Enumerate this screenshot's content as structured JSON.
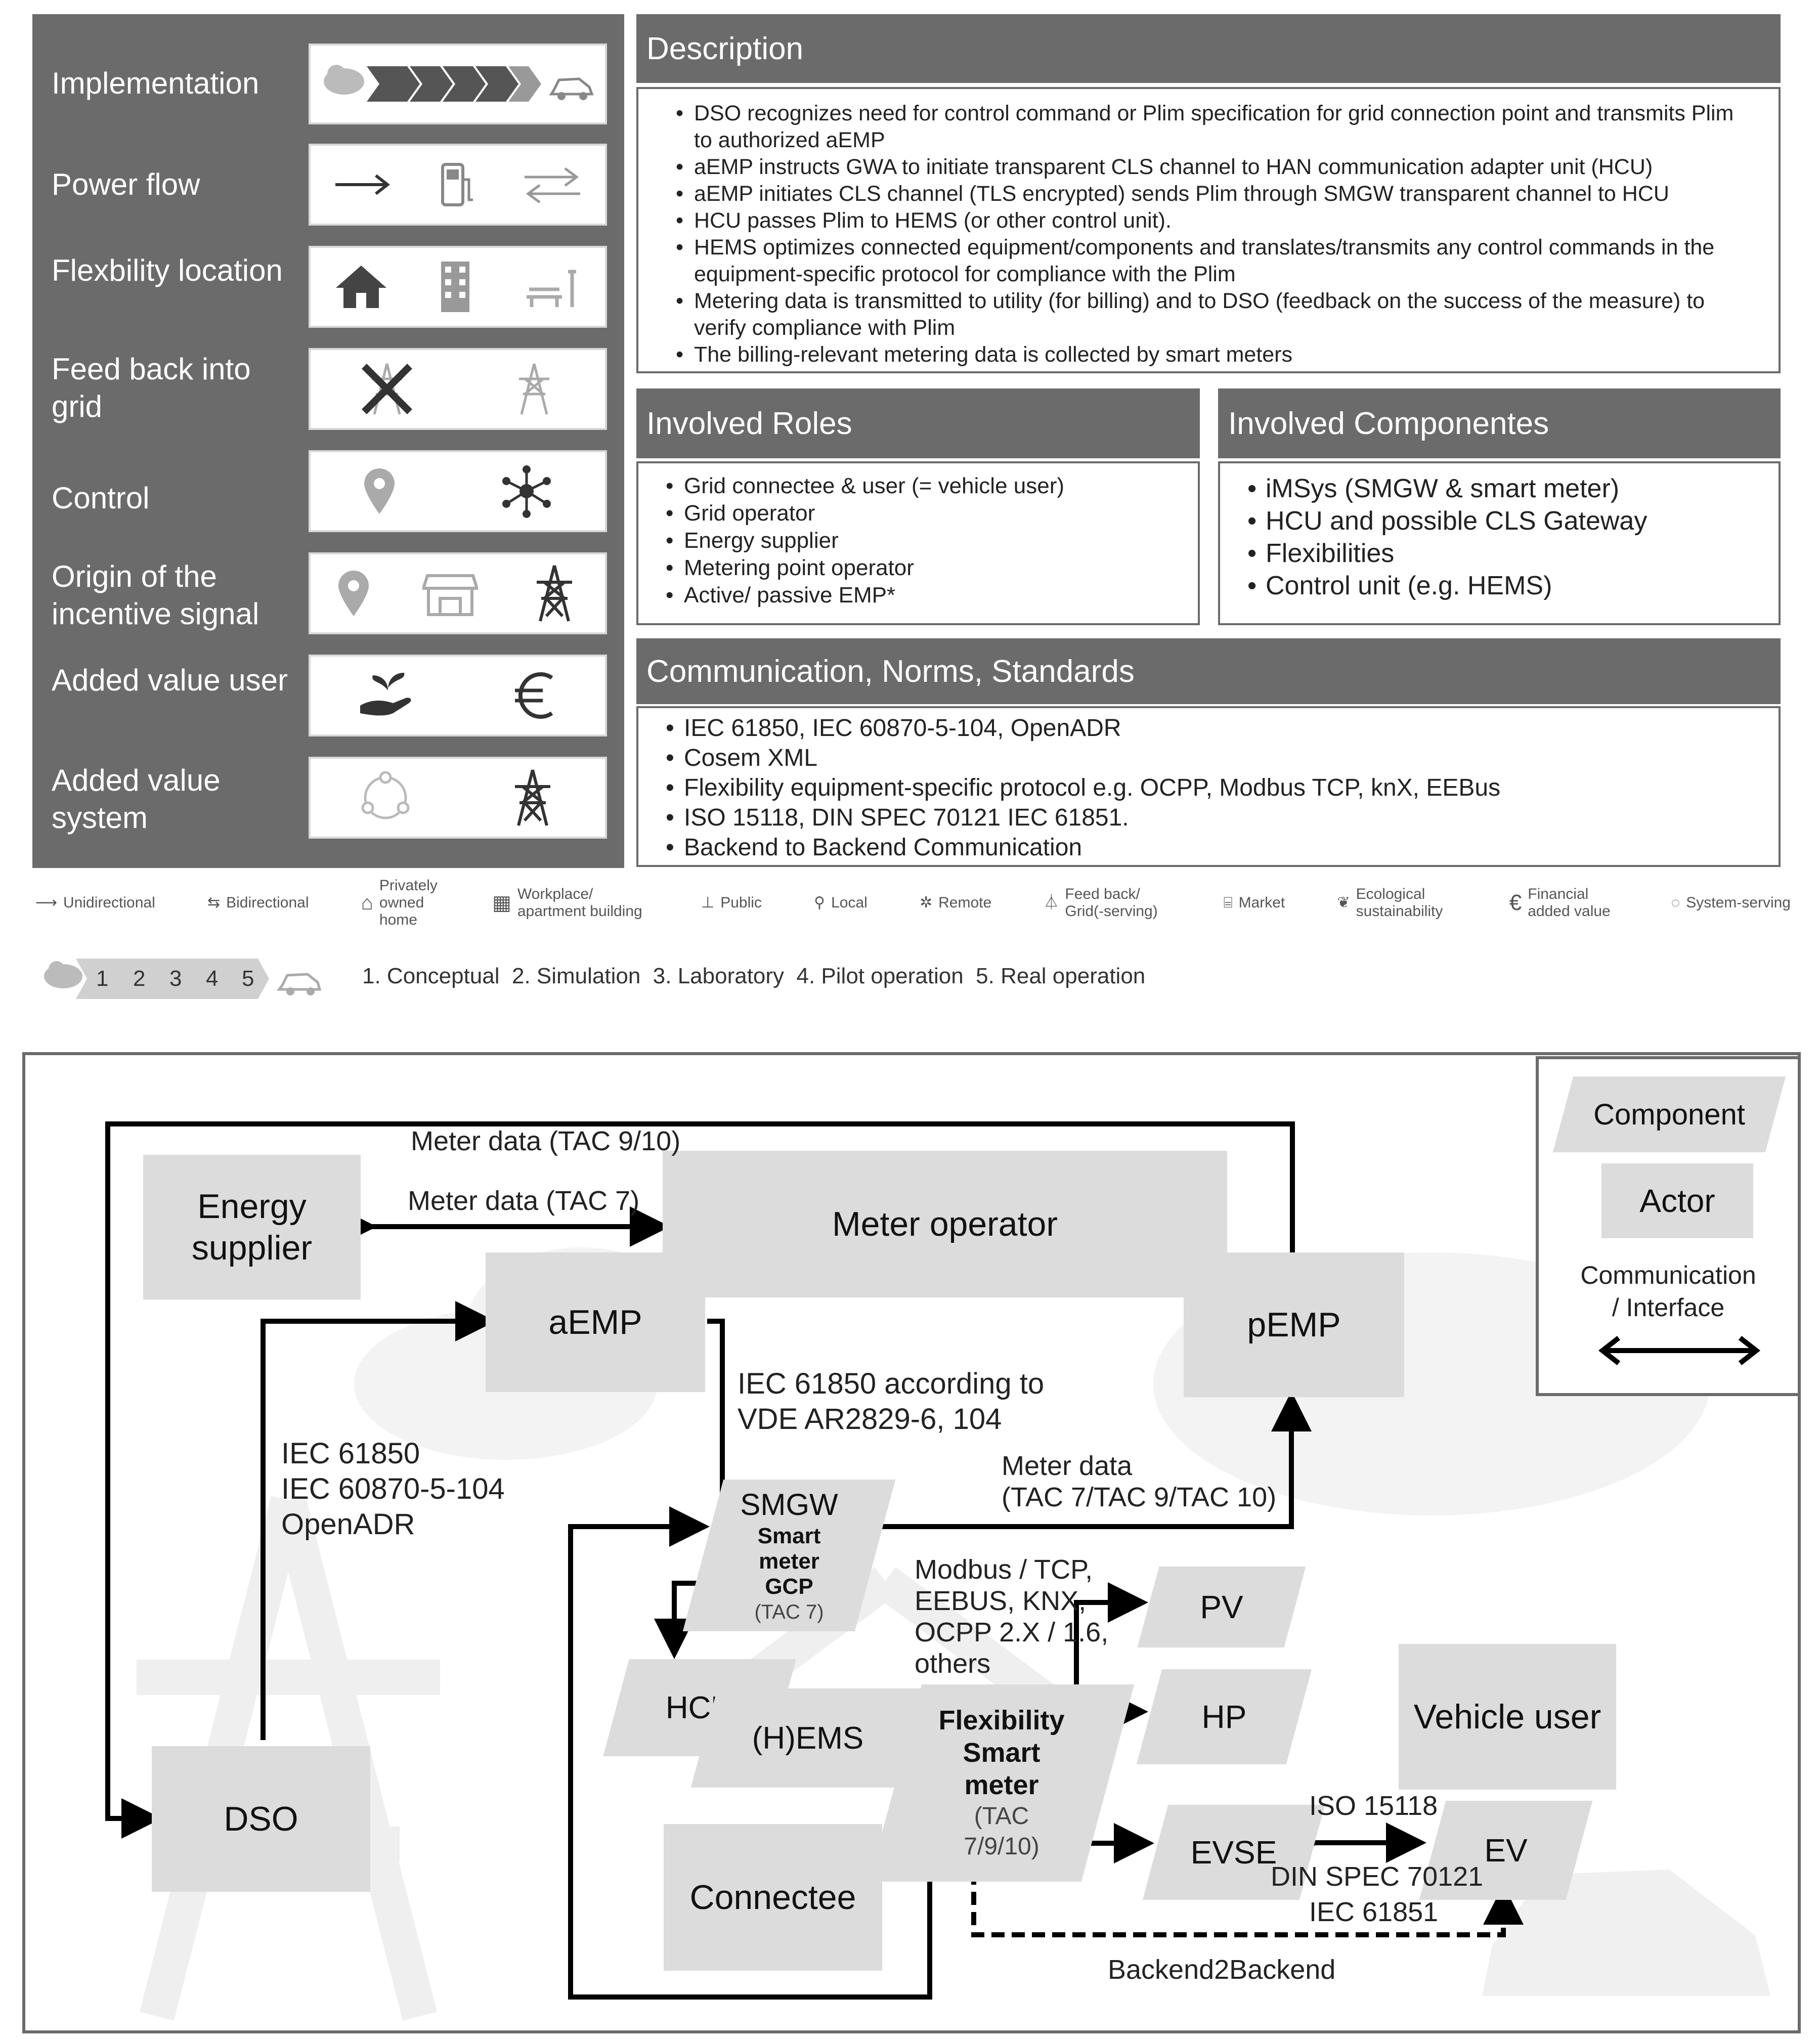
{
  "left_panel": {
    "rows": [
      {
        "label": "Implementation",
        "icons": [
          "cloud-icon",
          "chevron-steps-icon",
          "car-icon"
        ]
      },
      {
        "label": "Power flow",
        "icons": [
          "unidirectional-arrow-icon",
          "fuel-pump-icon",
          "bidirectional-arrow-icon"
        ]
      },
      {
        "label": "Flexbility location",
        "icons": [
          "home-icon",
          "apartment-building-icon",
          "public-bench-icon"
        ]
      },
      {
        "label": "Feed back into grid",
        "icons": [
          "crossed-pylon-icon",
          "pylon-icon"
        ]
      },
      {
        "label": "Control",
        "icons": [
          "location-pin-icon",
          "network-hub-icon"
        ]
      },
      {
        "label": "Origin of the incentive signal",
        "icons": [
          "location-pin-icon",
          "market-icon",
          "pylon-icon"
        ]
      },
      {
        "label": "Added value user",
        "icons": [
          "plant-hand-icon",
          "euro-icon"
        ]
      },
      {
        "label": "Added value system",
        "icons": [
          "cycle-icon",
          "pylon-icon"
        ]
      }
    ]
  },
  "description": {
    "title": "Description",
    "items": [
      "DSO recognizes need for control command or Plim specification for grid connection point and transmits Plim to authorized aEMP",
      "aEMP instructs GWA to initiate transparent CLS channel to HAN communication adapter unit (HCU)",
      "aEMP initiates CLS channel (TLS encrypted) sends Plim through SMGW transparent channel to HCU",
      "HCU passes Plim to HEMS (or other control unit).",
      "HEMS optimizes connected equipment/components and translates/transmits any control commands in the equipment-specific protocol for compliance with the Plim",
      "Metering data is transmitted to utility (for billing) and to DSO (feedback on the success of the measure) to verify compliance with Plim",
      "The billing-relevant metering data is collected by smart meters"
    ]
  },
  "roles": {
    "title": "Involved Roles",
    "items": [
      "Grid connectee & user (= vehicle user)",
      "Grid operator",
      "Energy supplier",
      "Metering point operator",
      "Active/ passive EMP*"
    ]
  },
  "components": {
    "title": "Involved Componentes",
    "items": [
      "iMSys (SMGW & smart meter)",
      "HCU and possible CLS Gateway",
      "Flexibilities",
      "Control unit (e.g. HEMS)"
    ]
  },
  "communication": {
    "title": "Communication, Norms, Standards",
    "items": [
      "IEC 61850, IEC 60870-5-104, OpenADR",
      "Cosem XML",
      "Flexibility equipment-specific protocol e.g. OCPP, Modbus TCP, knX, EEBus",
      "ISO 15118, DIN SPEC 70121 IEC 61851.",
      "Backend to Backend Communication"
    ]
  },
  "legend": [
    {
      "icon": "unidirectional-icon",
      "label": "Unidirectional"
    },
    {
      "icon": "bidirectional-icon",
      "label": "Bidirectional"
    },
    {
      "icon": "home-icon",
      "label": "Privately owned home"
    },
    {
      "icon": "apartment-icon",
      "label": "Workplace/ apartment building"
    },
    {
      "icon": "public-icon",
      "label": "Public"
    },
    {
      "icon": "local-icon",
      "label": "Local"
    },
    {
      "icon": "remote-icon",
      "label": "Remote"
    },
    {
      "icon": "feedback-icon",
      "label": "Feed back/ Grid(-serving)"
    },
    {
      "icon": "market-icon",
      "label": "Market"
    },
    {
      "icon": "ecological-icon",
      "label": "Ecological sustainability"
    },
    {
      "icon": "financial-icon",
      "label": "Financial added value"
    },
    {
      "icon": "system-serving-icon",
      "label": "System-serving"
    }
  ],
  "stages": {
    "numbers": [
      "1",
      "2",
      "3",
      "4",
      "5"
    ],
    "text": "1. Conceptual  2. Simulation  3. Laboratory  4. Pilot operation  5. Real operation"
  },
  "diagram": {
    "nodes": {
      "energy_supplier": "Energy supplier",
      "meter_operator": "Meter operator",
      "aemp": "aEMP",
      "pemp": "pEMP",
      "smgw": "SMGW",
      "smart_meter_gcp": "Smart meter GCP",
      "smart_meter_gcp_tac": "(TAC 7)",
      "hcu": "HCU",
      "hems": "(H)EMS",
      "flex_smart_meter": "Flexibility Smart meter",
      "flex_smart_meter_tac": "(TAC 7/9/10)",
      "pv": "PV",
      "hp": "HP",
      "evse": "EVSE",
      "ev": "EV",
      "vehicle_user": "Vehicle user",
      "dso": "DSO",
      "connectee": "Connectee"
    },
    "labels": {
      "meter_data_tac910": "Meter data (TAC 9/10)",
      "meter_data_tac7": "Meter data (TAC 7)",
      "iec_vde_1": "IEC 61850 according to",
      "iec_vde_2": "VDE AR2829-6, 104",
      "dso_proto_1": "IEC 61850",
      "dso_proto_2": "IEC 60870-5-104",
      "dso_proto_3": "OpenADR",
      "meter_data": "Meter data",
      "meter_data_tacs": "(TAC 7/TAC 9/TAC 10)",
      "modbus_1": "Modbus / TCP,",
      "modbus_2": "EEBUS, KNX,",
      "modbus_3": "OCPP 2.X / 1.6,",
      "modbus_4": "others",
      "iso": "ISO 15118",
      "din": "DIN SPEC 70121",
      "iec61851": "IEC 61851",
      "backend": "Backend2Backend"
    },
    "legend": {
      "component": "Component",
      "actor": "Actor",
      "communication_1": "Communication",
      "communication_2": "/ Interface"
    }
  }
}
